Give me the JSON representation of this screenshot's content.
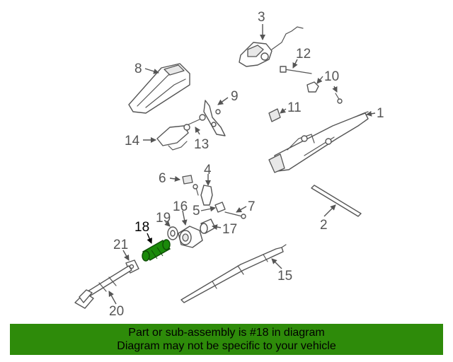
{
  "diagram": {
    "highlighted_part": "18",
    "highlight_color": "#1a8a0a",
    "callouts": [
      "1",
      "2",
      "3",
      "4",
      "5",
      "6",
      "7",
      "8",
      "9",
      "10",
      "11",
      "12",
      "13",
      "14",
      "15",
      "16",
      "17",
      "18",
      "19",
      "20",
      "21"
    ]
  },
  "footer": {
    "background": "#2e8b0a",
    "line1": "Part or sub-assembly is #18 in diagram",
    "line2": "Diagram may not be specific to your vehicle"
  }
}
